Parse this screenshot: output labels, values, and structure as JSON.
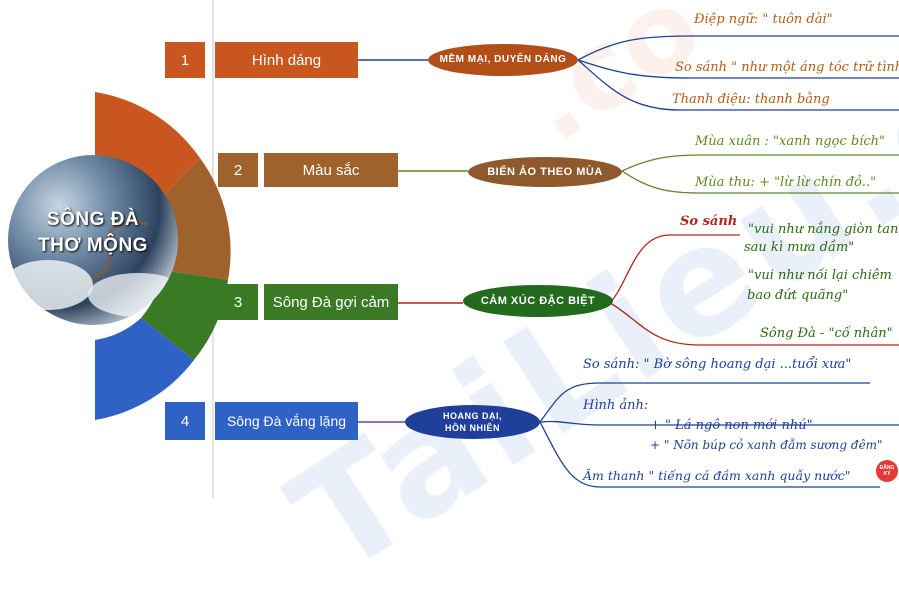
{
  "center_title": [
    "SÔNG ĐÀ",
    "THƠ MỘNG"
  ],
  "watermark": "TaiLieu.com",
  "colors": {
    "orange": "#c8561e",
    "tan": "#a0622c",
    "green": "#3b7a25",
    "blue": "#2e62c5",
    "navy": "#1f3f9a",
    "red": "#b3261e",
    "olive": "#5a8a2a"
  },
  "branches": [
    {
      "number": "1",
      "label": "Hình dáng",
      "oval": "MỀM MẠI, DUYÊN DÁNG",
      "notes": [
        "Điệp ngữ: \" tuôn dài\"",
        "So sánh \" như một áng tóc trữ tình\"",
        "Thanh điệu: thanh bằng"
      ]
    },
    {
      "number": "2",
      "label": "Màu sắc",
      "oval": "BIẾN ẢO THEO MÙA",
      "notes": [
        "Mùa xuân : \"xanh ngọc bích\"",
        "Mùa thu: + \"lừ lừ chín đỏ..\""
      ]
    },
    {
      "number": "3",
      "label": "Sông Đà gợi cảm",
      "oval": "CẢM XÚC  ĐẶC BIỆT",
      "notes": [
        "So sánh",
        "\"vui như nắng giòn tan",
        "sau kì mưa dầm\"",
        "\"vui như nối lại chiêm",
        "bao đứt quãng\"",
        "Sông Đà - \"cố nhân\""
      ]
    },
    {
      "number": "4",
      "label": "Sông Đà vắng lặng",
      "oval": "HOANG DẠI, HỒN NHIÊN",
      "notes": [
        "So sánh: \" Bờ sông hoang dại ...tuổi xưa\"",
        "Hình ảnh:",
        "+ \" Lá ngô non mới nhú\"",
        "+ \" Nõn búp cỏ xanh đẫm sương đêm\"",
        "Âm thanh \" tiếng cá đầm xanh quẫy nước\""
      ]
    }
  ],
  "badge": "ĐĂNG KÝ"
}
